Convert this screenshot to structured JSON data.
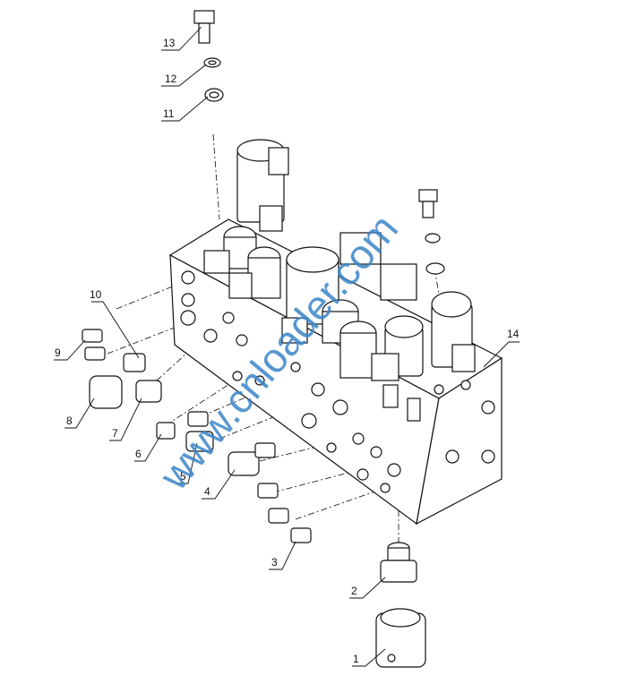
{
  "watermark": "www.cnloader.com",
  "callouts": {
    "c1": "1",
    "c2": "2",
    "c3": "3",
    "c4": "4",
    "c5": "5",
    "c6": "6",
    "c7": "7",
    "c8": "8",
    "c9": "9",
    "c10": "10",
    "c11": "11",
    "c12": "12",
    "c13": "13",
    "c14": "14"
  }
}
